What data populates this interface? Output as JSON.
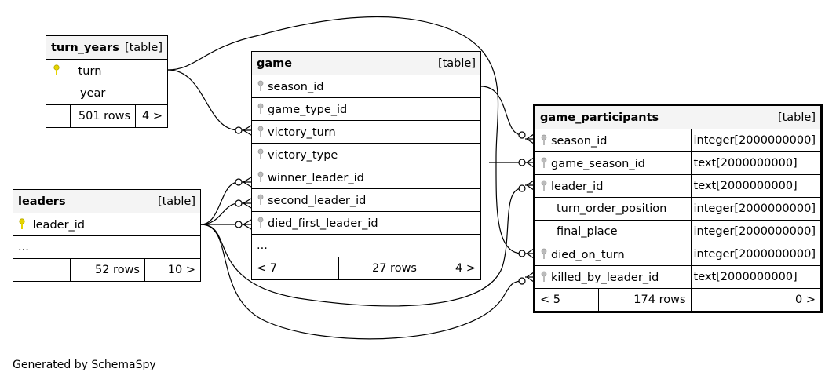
{
  "footer": "Generated by SchemaSpy",
  "turn_years": {
    "name": "turn_years",
    "kind": "[table]",
    "columns": [
      {
        "name": "turn",
        "key": "pk"
      },
      {
        "name": "year",
        "key": ""
      }
    ],
    "rows": "501 rows",
    "children": "4 >"
  },
  "leaders": {
    "name": "leaders",
    "kind": "[table]",
    "columns": [
      {
        "name": "leader_id",
        "key": "pk"
      }
    ],
    "ellipsis": "...",
    "rows": "52 rows",
    "children": "10 >"
  },
  "game": {
    "name": "game",
    "kind": "[table]",
    "columns": [
      {
        "name": "season_id",
        "key": "fk"
      },
      {
        "name": "game_type_id",
        "key": "fk"
      },
      {
        "name": "victory_turn",
        "key": "fk"
      },
      {
        "name": "victory_type",
        "key": "fk"
      },
      {
        "name": "winner_leader_id",
        "key": "fk"
      },
      {
        "name": "second_leader_id",
        "key": "fk"
      },
      {
        "name": "died_first_leader_id",
        "key": "fk"
      }
    ],
    "ellipsis": "...",
    "parents": "< 7",
    "rows": "27 rows",
    "children": "4 >"
  },
  "game_participants": {
    "name": "game_participants",
    "kind": "[table]",
    "columns": [
      {
        "name": "season_id",
        "type": "integer[2000000000]",
        "key": "fk"
      },
      {
        "name": "game_season_id",
        "type": "text[2000000000]",
        "key": "fk"
      },
      {
        "name": "leader_id",
        "type": "text[2000000000]",
        "key": "fk"
      },
      {
        "name": "turn_order_position",
        "type": "integer[2000000000]",
        "key": ""
      },
      {
        "name": "final_place",
        "type": "integer[2000000000]",
        "key": ""
      },
      {
        "name": "died_on_turn",
        "type": "integer[2000000000]",
        "key": "fk"
      },
      {
        "name": "killed_by_leader_id",
        "type": "text[2000000000]",
        "key": "fk"
      }
    ],
    "parents": "< 5",
    "rows": "174 rows",
    "children": "0 >"
  }
}
